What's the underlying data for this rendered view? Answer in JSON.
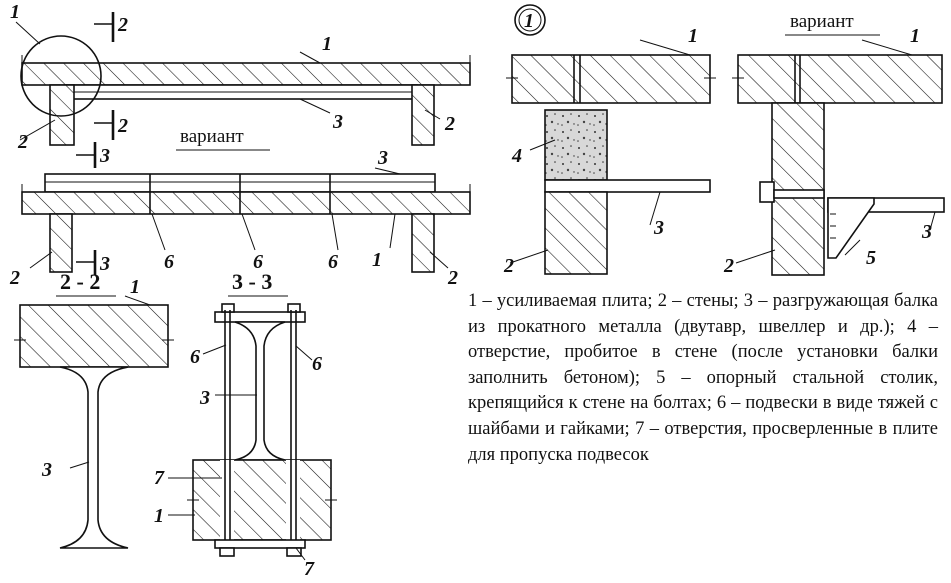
{
  "labels": {
    "one": "1",
    "two": "2",
    "three": "3",
    "four": "4",
    "five": "5",
    "six": "6",
    "seven": "7"
  },
  "section_titles": {
    "s22": "2 - 2",
    "s33": "3 - 3"
  },
  "variant_label": "вариант",
  "legend": "1 – усиливаемая плита; 2 – стены; 3 – разгружающая балка из прокатного металла (двутавр, швеллер и др.); 4 – отверстие, пробитое в стене (после установки балки заполнить бетоном); 5 – опорный стальной столик, крепящийся к стене на болтах; 6 – подвески в виде тяжей с шайбами и гайками; 7 – отверстия, просверленные в плите для пропуска подвесок"
}
